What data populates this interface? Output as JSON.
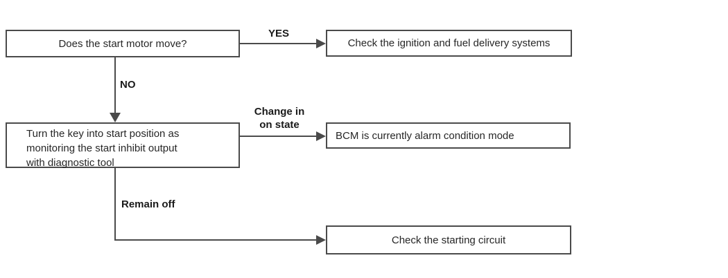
{
  "diagram": {
    "type": "flowchart",
    "nodes": {
      "start_motor_question": {
        "text": "Does the start motor move?"
      },
      "check_ignition": {
        "text": "Check the ignition and fuel delivery systems"
      },
      "turn_key": {
        "lines": [
          "Turn the key into start position as",
          "monitoring the start inhibit output",
          "with diagnostic tool"
        ]
      },
      "bcm_alarm": {
        "text": "BCM is currently alarm condition mode"
      },
      "check_starting_circuit": {
        "text": "Check the starting circuit"
      }
    },
    "edge_labels": {
      "yes": "YES",
      "no": "NO",
      "change_in": "Change in",
      "on_state": "on state",
      "remain_off": "Remain off"
    },
    "colors": {
      "line": "#4a4a4a",
      "text": "#262626",
      "label": "#1a1a1a",
      "background": "#ffffff"
    }
  }
}
